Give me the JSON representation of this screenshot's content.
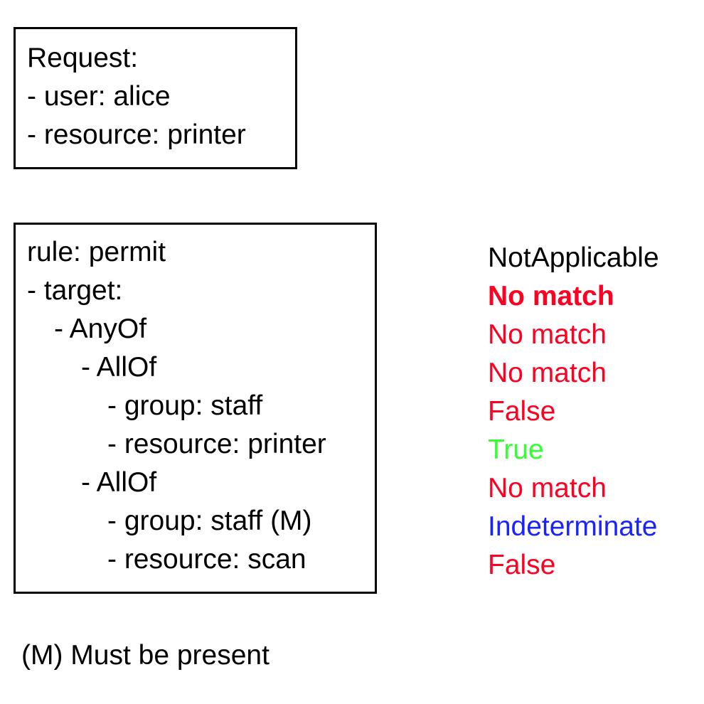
{
  "request": {
    "title": "Request:",
    "lines": [
      "- user: alice",
      "- resource: printer"
    ]
  },
  "rule": {
    "lines": [
      "rule: permit",
      "- target:",
      "- AnyOf",
      "- AllOf",
      "- group: staff",
      "- resource: printer",
      "- AllOf",
      "- group: staff (M)",
      "- resource: scan"
    ]
  },
  "results": [
    "NotApplicable",
    "No match",
    "No match",
    "No match",
    "False",
    "True",
    "No match",
    "Indeterminate",
    "False"
  ],
  "colors": {
    "red": "#ff0022",
    "green": "#33ff33",
    "blue": "#1a22ff"
  },
  "footnote": "(M) Must be present"
}
